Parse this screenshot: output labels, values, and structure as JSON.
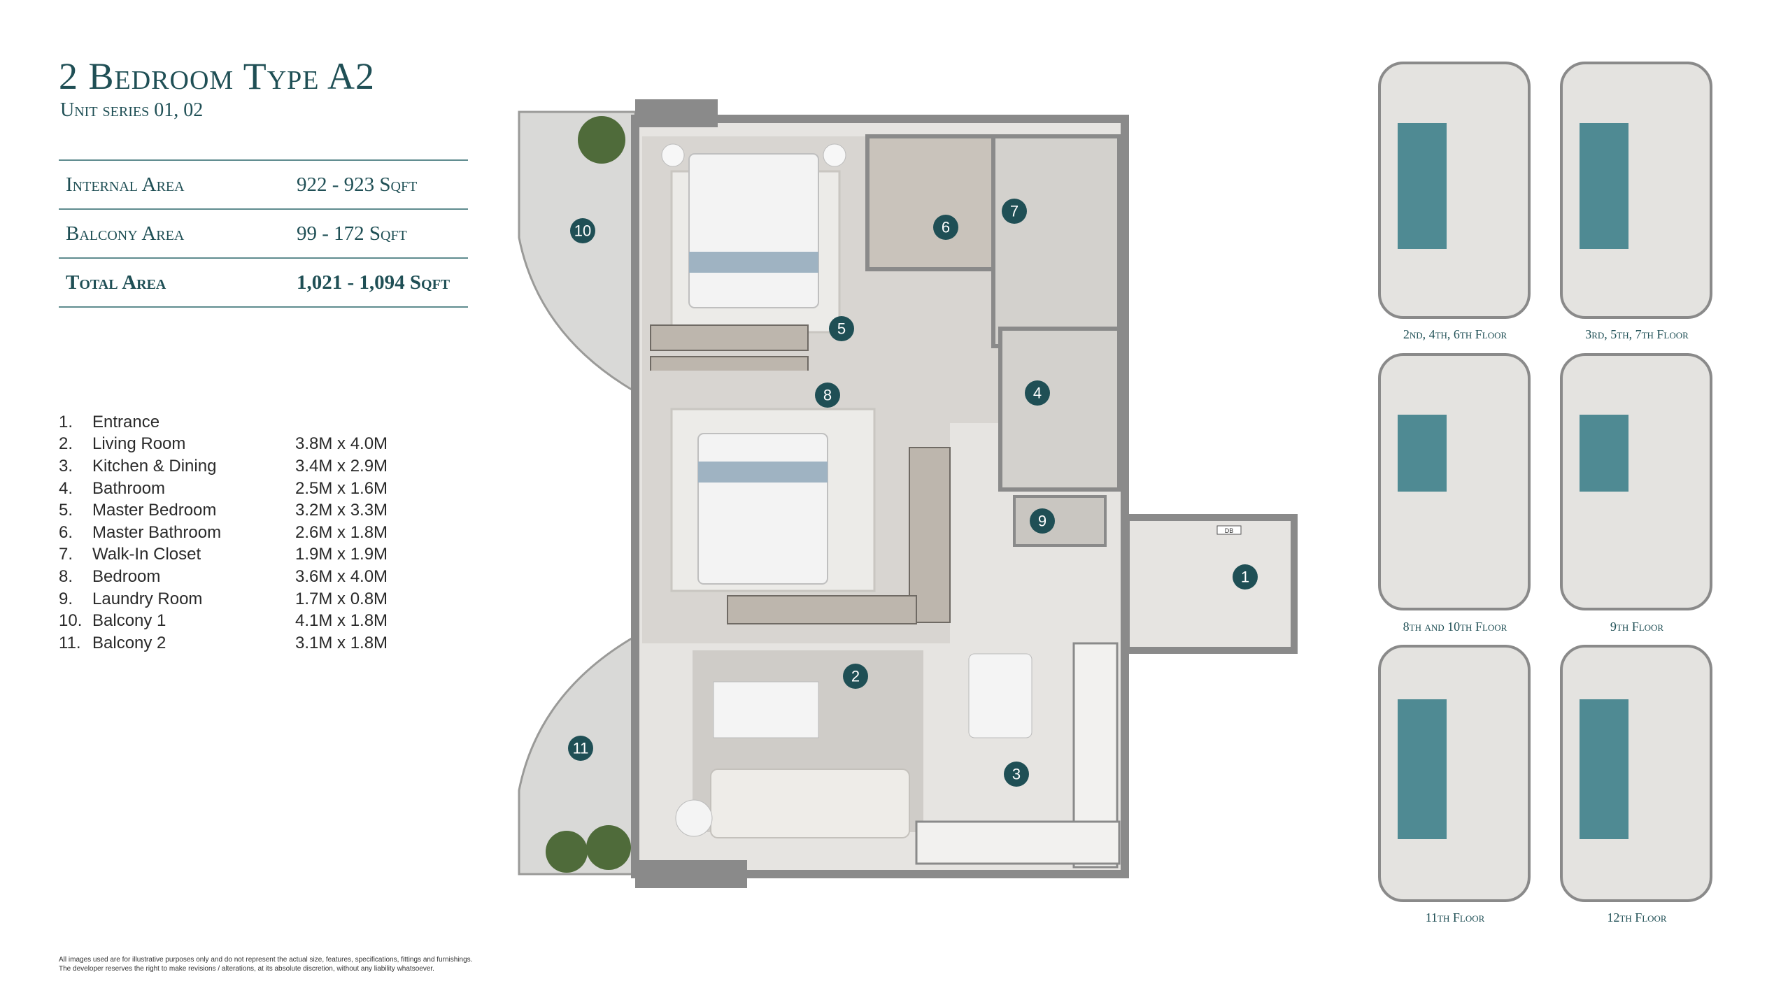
{
  "title": "2 Bedroom Type A2",
  "subtitle": "Unit series 01, 02",
  "areas": [
    {
      "label": "Internal Area",
      "value": "922 - 923 Sqft"
    },
    {
      "label": "Balcony Area",
      "value": "99 - 172 Sqft"
    },
    {
      "label": "Total Area",
      "value": "1,021 - 1,094 Sqft"
    }
  ],
  "rooms": [
    {
      "num": "1.",
      "name": "Entrance",
      "dim": ""
    },
    {
      "num": "2.",
      "name": "Living Room",
      "dim": "3.8M x 4.0M"
    },
    {
      "num": "3.",
      "name": "Kitchen & Dining",
      "dim": "3.4M x 2.9M"
    },
    {
      "num": "4.",
      "name": "Bathroom",
      "dim": "2.5M x 1.6M"
    },
    {
      "num": "5.",
      "name": "Master Bedroom",
      "dim": "3.2M x 3.3M"
    },
    {
      "num": "6.",
      "name": "Master Bathroom",
      "dim": "2.6M x 1.8M"
    },
    {
      "num": "7.",
      "name": "Walk-In Closet",
      "dim": "1.9M x 1.9M"
    },
    {
      "num": "8.",
      "name": "Bedroom",
      "dim": "3.6M x 4.0M"
    },
    {
      "num": "9.",
      "name": "Laundry Room",
      "dim": "1.7M x 0.8M"
    },
    {
      "num": "10.",
      "name": "Balcony 1",
      "dim": "4.1M x 1.8M"
    },
    {
      "num": "11.",
      "name": "Balcony 2",
      "dim": "3.1M x 1.8M"
    }
  ],
  "plan_tags": [
    "1",
    "2",
    "3",
    "4",
    "5",
    "6",
    "7",
    "8",
    "9",
    "10",
    "11"
  ],
  "db_label": "DB",
  "key_plans": [
    {
      "label": "2nd, 4th, 6th Floor"
    },
    {
      "label": "3rd, 5th, 7th Floor"
    },
    {
      "label": "8th and 10th Floor"
    },
    {
      "label": "9th Floor"
    },
    {
      "label": "11th Floor"
    },
    {
      "label": "12th Floor"
    }
  ],
  "disclaimer": [
    "All images used are for illustrative purposes only and do not represent the actual size, features, specifications, fittings and furnishings.",
    "The developer reserves the right to make revisions / alterations, at its absolute discretion, without any liability whatsoever."
  ],
  "colors": {
    "accent": "#1f4f55",
    "highlight": "#4f8a93",
    "wall": "#8a8a8a",
    "floor": "#e4e2df"
  }
}
